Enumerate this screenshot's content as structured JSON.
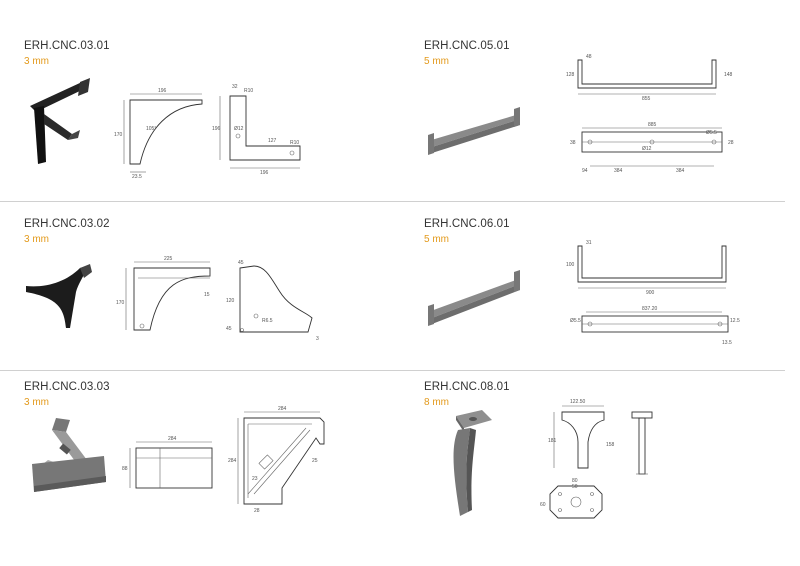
{
  "products": [
    {
      "code": "ERH.CNC.03.01",
      "thickness": "3 mm",
      "dims": {
        "a": "196",
        "b": "170",
        "c": "105°",
        "d": "23.5",
        "e": "32",
        "f": "R10",
        "g": "127",
        "h": "196",
        "i": "196",
        "j": "Ø12",
        "k": "R10"
      }
    },
    {
      "code": "ERH.CNC.05.01",
      "thickness": "5 mm",
      "dims": {
        "a": "48",
        "b": "128",
        "c": "148",
        "d": "855",
        "e": "885",
        "f": "Ø5.5",
        "g": "Ø12",
        "h": "384",
        "i": "384",
        "j": "94",
        "k": "38",
        "l": "28"
      }
    },
    {
      "code": "ERH.CNC.03.02",
      "thickness": "3 mm",
      "dims": {
        "a": "225",
        "b": "170",
        "c": "15",
        "d": "45",
        "e": "120",
        "f": "R6.5",
        "g": "45",
        "h": "3"
      }
    },
    {
      "code": "ERH.CNC.06.01",
      "thickness": "5 mm",
      "dims": {
        "a": "31",
        "b": "100",
        "c": "900",
        "d": "837.20",
        "e": "Ø5.5",
        "f": "12.5",
        "g": "13.5"
      }
    },
    {
      "code": "ERH.CNC.03.03",
      "thickness": "3 mm",
      "dims": {
        "a": "284",
        "b": "88",
        "c": "284",
        "d": "284",
        "e": "25",
        "f": "23",
        "g": "28"
      }
    },
    {
      "code": "ERH.CNC.08.01",
      "thickness": "8 mm",
      "dims": {
        "a": "122.50",
        "b": "181",
        "c": "158",
        "d": "80",
        "e": "50",
        "f": "60"
      }
    }
  ]
}
